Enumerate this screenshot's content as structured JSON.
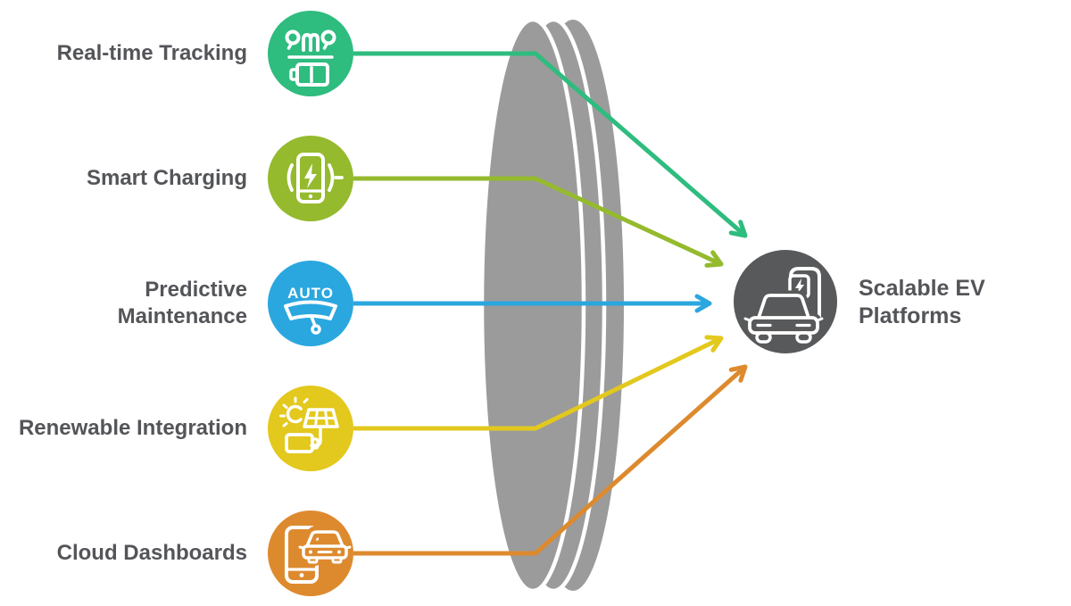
{
  "diagram": {
    "background": "#ffffff",
    "lens_color": "#9b9b9b",
    "text_color": "#545559"
  },
  "features": [
    {
      "label": "Real-time Tracking",
      "color": "#2ebc7f",
      "icon": "route-tracking-battery-icon"
    },
    {
      "label": "Smart Charging",
      "color": "#95ba2e",
      "icon": "wireless-phone-charging-icon"
    },
    {
      "label": "Predictive Maintenance",
      "color": "#2aa7df",
      "icon": "auto-windshield-wiper-icon",
      "icon_text": "AUTO"
    },
    {
      "label": "Renewable Integration",
      "color": "#e3c81d",
      "icon": "solar-panel-battery-icon"
    },
    {
      "label": "Cloud Dashboards",
      "color": "#dd8a2f",
      "icon": "phone-car-dashboard-icon"
    }
  ],
  "target": {
    "label": "Scalable EV Platforms",
    "color": "#58595a",
    "icon": "ev-car-charging-station-icon"
  }
}
